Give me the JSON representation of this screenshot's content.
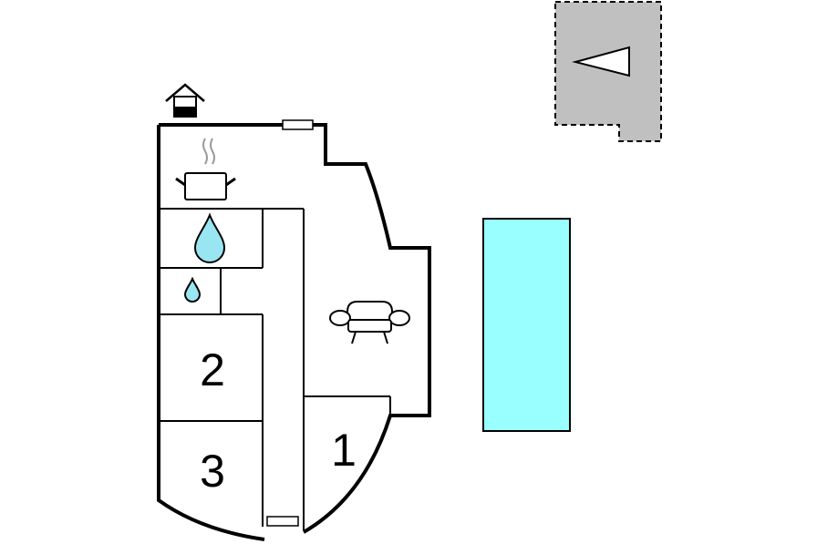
{
  "colors": {
    "wall": "#000000",
    "background": "#ffffff",
    "pool": "#99ffff",
    "water_icon": "#99e6f2",
    "neighbor_building": "#c0c0c0",
    "steam": "#9a9a9a"
  },
  "rooms": {
    "room_1": {
      "label": "1"
    },
    "room_2": {
      "label": "2"
    },
    "room_3": {
      "label": "3"
    }
  },
  "icons": {
    "entrance": "house-entrance-icon",
    "kitchen": "cooking-pot-icon",
    "bathroom": "water-drop-icon",
    "toilet": "small-water-drop-icon",
    "living_room": "sofa-icon",
    "compass": "north-arrow-icon"
  },
  "features": {
    "pool": "swimming-pool",
    "neighbor": "neighboring-building"
  }
}
